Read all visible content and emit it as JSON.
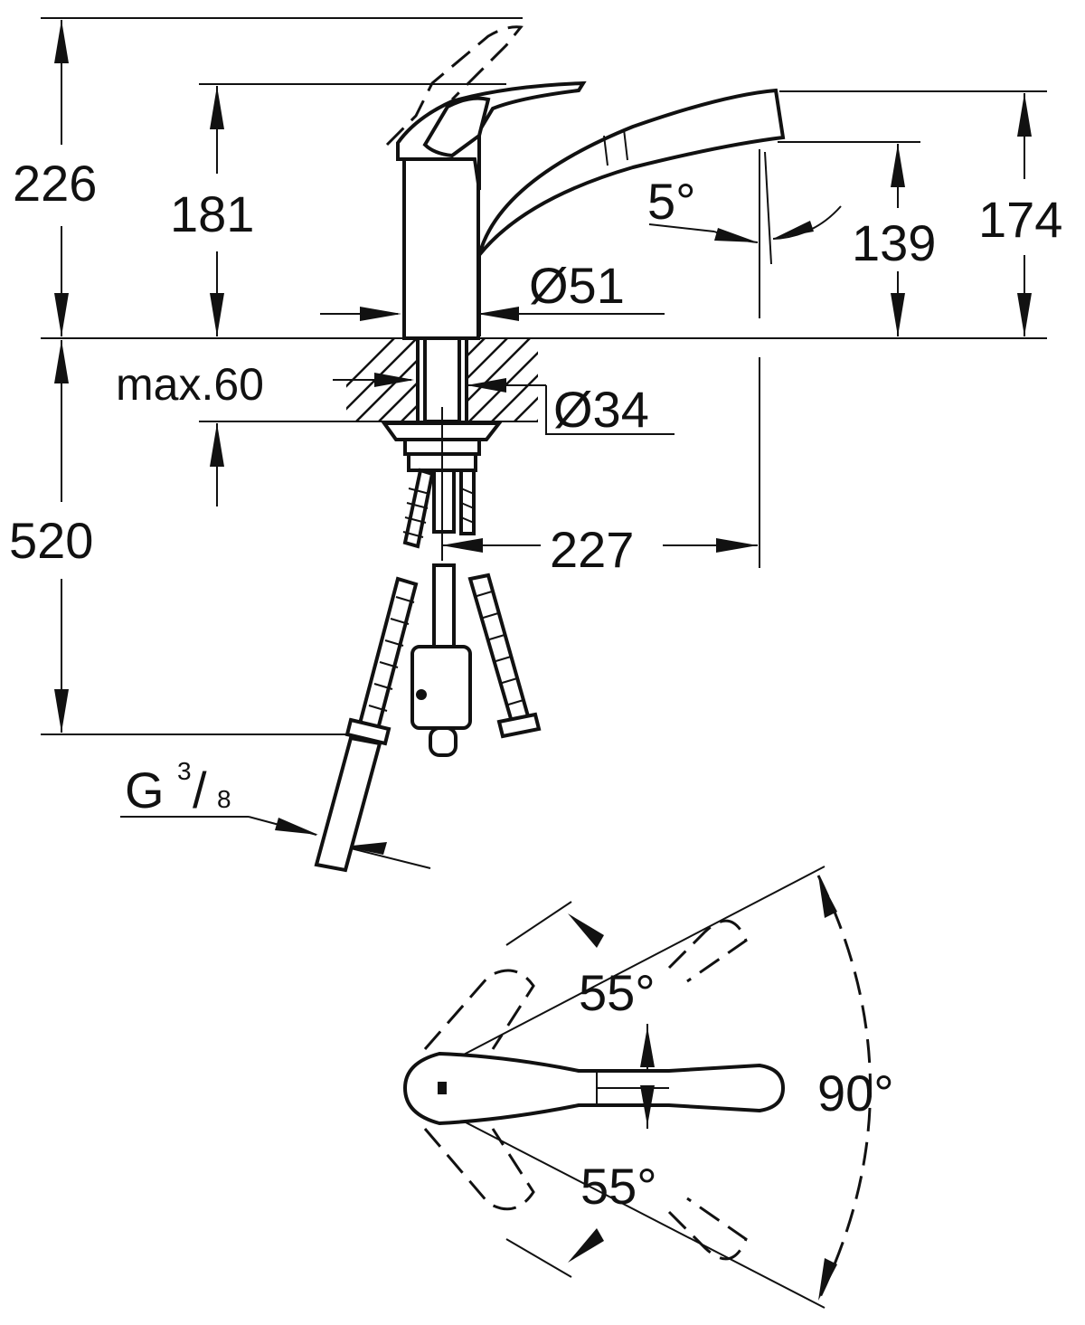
{
  "dimensions": {
    "total_height": "226",
    "lever_height": "181",
    "spout_height": "174",
    "outlet_height": "139",
    "body_diameter": "Ø51",
    "hole_diameter": "Ø34",
    "max_counter_thickness": "max.60",
    "hose_length": "520",
    "reach": "227",
    "spout_angle": "5°",
    "thread_prefix": "G",
    "thread_num": "3",
    "thread_den": "8"
  },
  "rotation": {
    "upper_angle": "55°",
    "lower_angle": "55°",
    "swivel_range": "90°"
  }
}
